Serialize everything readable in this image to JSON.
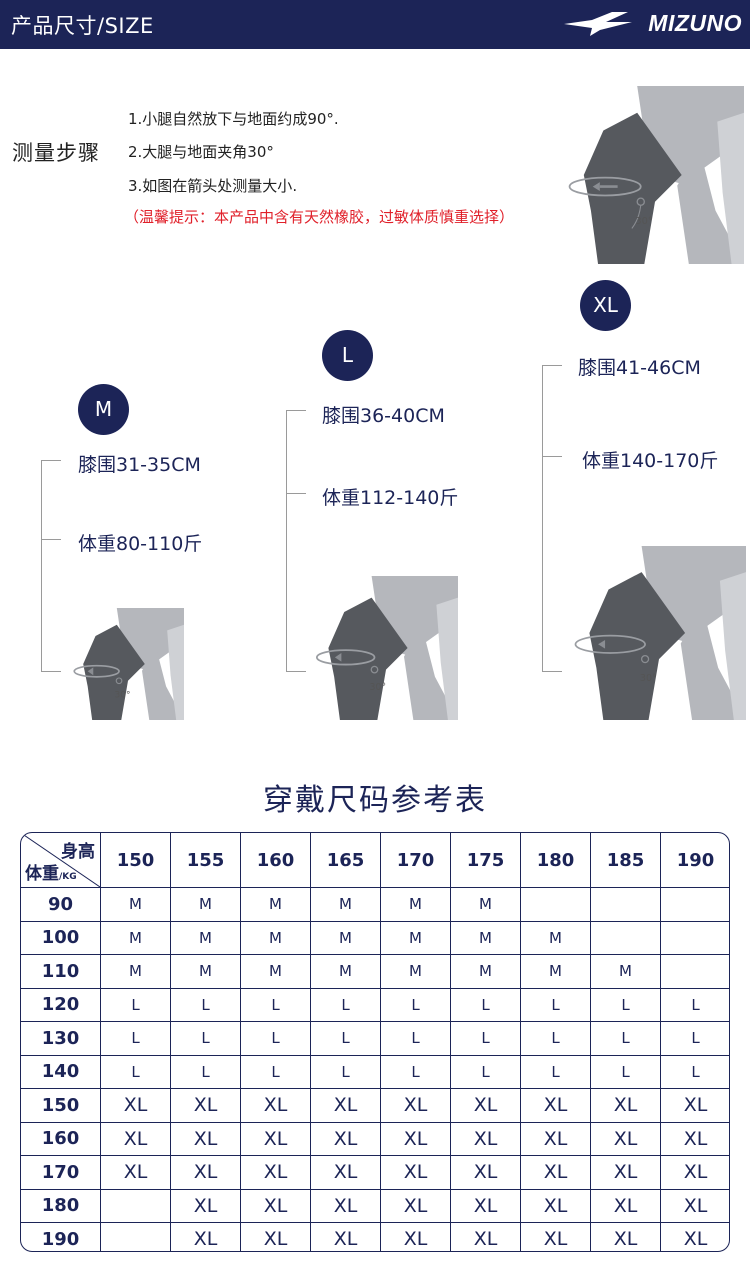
{
  "header": {
    "title": "产品尺寸/SIZE",
    "brand": "MIZUNO"
  },
  "measure": {
    "label": "测量步骤",
    "steps": [
      "1.小腿自然放下与地面约成90°.",
      "2.大腿与地面夹角30°",
      "3.如图在箭头处测量大小."
    ],
    "warning": "（温馨提示：本产品中含有天然橡胶，过敏体质慎重选择）"
  },
  "angle_label": "30°",
  "sizes": [
    {
      "size": "M",
      "knee": "膝围31-35CM",
      "weight": "体重80-110斤"
    },
    {
      "size": "L",
      "knee": "膝围36-40CM",
      "weight": "体重112-140斤"
    },
    {
      "size": "XL",
      "knee": "膝围41-46CM",
      "weight": "体重140-170斤"
    }
  ],
  "table": {
    "title": "穿戴尺码参考表",
    "corner_height": "身高",
    "corner_weight": "体重",
    "corner_unit": "/KG",
    "heights": [
      "150",
      "155",
      "160",
      "165",
      "170",
      "175",
      "180",
      "185",
      "190"
    ],
    "rows": [
      {
        "weight": "90",
        "values": [
          "M",
          "M",
          "M",
          "M",
          "M",
          "M",
          "",
          "",
          ""
        ]
      },
      {
        "weight": "100",
        "values": [
          "M",
          "M",
          "M",
          "M",
          "M",
          "M",
          "M",
          "",
          ""
        ]
      },
      {
        "weight": "110",
        "values": [
          "M",
          "M",
          "M",
          "M",
          "M",
          "M",
          "M",
          "M",
          ""
        ]
      },
      {
        "weight": "120",
        "values": [
          "L",
          "L",
          "L",
          "L",
          "L",
          "L",
          "L",
          "L",
          "L"
        ]
      },
      {
        "weight": "130",
        "values": [
          "L",
          "L",
          "L",
          "L",
          "L",
          "L",
          "L",
          "L",
          "L"
        ]
      },
      {
        "weight": "140",
        "values": [
          "L",
          "L",
          "L",
          "L",
          "L",
          "L",
          "L",
          "L",
          "L"
        ]
      },
      {
        "weight": "150",
        "values": [
          "XL",
          "XL",
          "XL",
          "XL",
          "XL",
          "XL",
          "XL",
          "XL",
          "XL"
        ]
      },
      {
        "weight": "160",
        "values": [
          "XL",
          "XL",
          "XL",
          "XL",
          "XL",
          "XL",
          "XL",
          "XL",
          "XL"
        ]
      },
      {
        "weight": "170",
        "values": [
          "XL",
          "XL",
          "XL",
          "XL",
          "XL",
          "XL",
          "XL",
          "XL",
          "XL"
        ]
      },
      {
        "weight": "180",
        "values": [
          "",
          "XL",
          "XL",
          "XL",
          "XL",
          "XL",
          "XL",
          "XL",
          "XL"
        ]
      },
      {
        "weight": "190",
        "values": [
          "",
          "XL",
          "XL",
          "XL",
          "XL",
          "XL",
          "XL",
          "XL",
          "XL"
        ]
      }
    ]
  },
  "colors": {
    "navy": "#1c2457",
    "warning": "#e0202a",
    "leg": "#b5b7bc",
    "sleeve": "#56595e"
  }
}
